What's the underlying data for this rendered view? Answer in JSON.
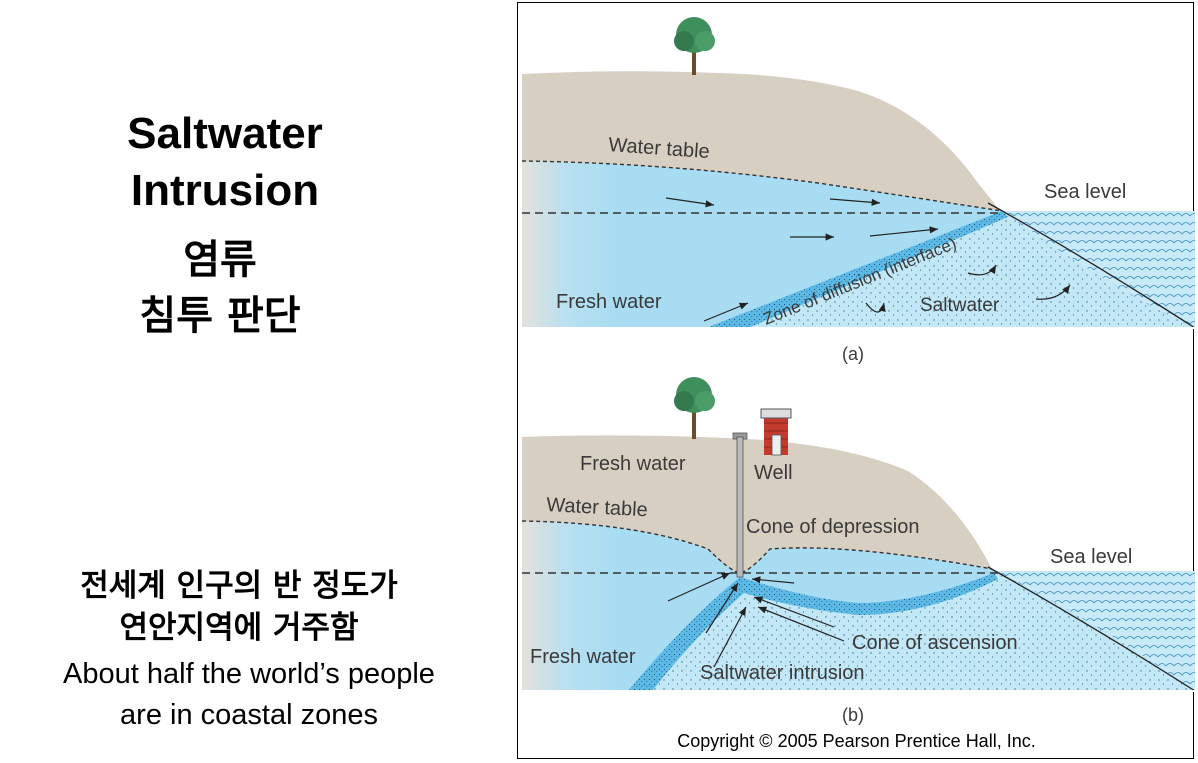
{
  "title_en_line1": "Saltwater",
  "title_en_line2": "Intrusion",
  "title_ko_line1": "염류",
  "title_ko_line2": "침투 판단",
  "summary_ko_line1": "전세계 인구의 반 정도가",
  "summary_ko_line2": "연안지역에 거주함",
  "summary_en_line1": "About half the world’s people",
  "summary_en_line2": "are in coastal zones",
  "panel_a": {
    "water_table": "Water table",
    "sea_level": "Sea level",
    "fresh_water": "Fresh water",
    "zone": "Zone of diffusion (interface)",
    "saltwater": "Saltwater",
    "caption": "(a)"
  },
  "panel_b": {
    "fresh_water_top": "Fresh water",
    "well": "Well",
    "water_table": "Water table",
    "cone_depression": "Cone of depression",
    "sea_level": "Sea level",
    "fresh_water": "Fresh water",
    "cone_ascension": "Cone of ascension",
    "saltwater_intrusion": "Saltwater intrusion",
    "caption": "(b)"
  },
  "copyright": "Copyright © 2005 Pearson Prentice Hall, Inc.",
  "colors": {
    "land": "#d8cfc3",
    "freshwater": "#a8dcf2",
    "saltwater": "#bfe6f6",
    "interface": "#5db9e6",
    "tree": "#3f8f5c",
    "well_house": "#c23b2c"
  }
}
